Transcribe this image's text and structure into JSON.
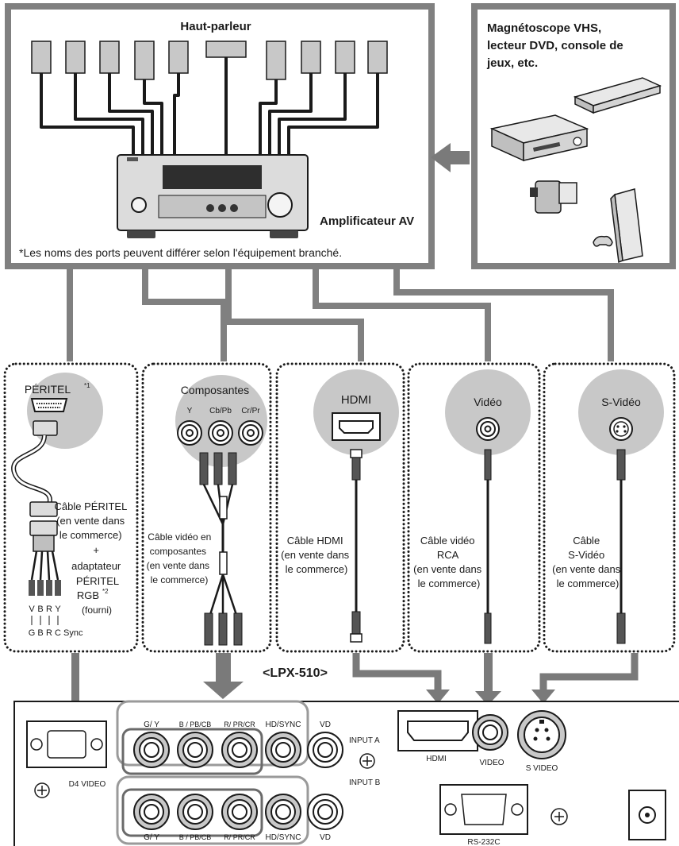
{
  "speakers_label": "Haut-parleur",
  "amplifier_label": "Amplificateur AV",
  "port_note": "*Les noms des ports peuvent différer selon l'équipement branché.",
  "devices_label": [
    "Magnétoscope VHS,",
    "lecteur DVD, console de",
    "jeux, etc."
  ],
  "model_label": "<LPX-510>",
  "scart": {
    "title": "PÉRITEL",
    "title_sup": "*1",
    "cable_lines": [
      "Câble PÉRITEL",
      "(en vente dans",
      "le commerce)",
      "+",
      "adaptateur",
      "PÉRITEL"
    ],
    "rgb_line": "RGB",
    "rgb_sup": "*2",
    "supplied": "(fourni)",
    "pin_top": [
      "V",
      "B",
      "R",
      "Y"
    ],
    "pin_bottom": [
      "G",
      "B",
      "R",
      "C Sync"
    ]
  },
  "component": {
    "title": "Composantes",
    "jacks": [
      "Y",
      "Cb/Pb",
      "Cr/Pr"
    ],
    "cable_lines": [
      "Câble vidéo en",
      "composantes",
      "(en vente dans",
      "le commerce)"
    ]
  },
  "hdmi": {
    "title": "HDMI",
    "cable_lines": [
      "Câble HDMI",
      "(en vente dans",
      "le commerce)"
    ]
  },
  "video": {
    "title": "Vidéo",
    "cable_lines": [
      "Câble vidéo",
      "RCA",
      "(en vente dans",
      "le commerce)"
    ]
  },
  "svideo": {
    "title": "S-Vidéo",
    "cable_lines": [
      "Câble",
      "S-Vidéo",
      "(en vente dans",
      "le commerce)"
    ]
  },
  "panel": {
    "input_a_labels": [
      "G/ Y",
      "B / PB/CB",
      "R/ PR/CR",
      "HD/SYNC",
      "VD"
    ],
    "input_b_labels": [
      "G/ Y",
      "B / PB/CB",
      "R/ PR/CR",
      "HD/SYNC",
      "VD"
    ],
    "input_a": "INPUT A",
    "input_b": "INPUT B",
    "d4_video": "D4 VIDEO",
    "hdmi": "HDMI",
    "video": "VIDEO",
    "s_video": "S VIDEO",
    "rs232c": "RS-232C"
  }
}
